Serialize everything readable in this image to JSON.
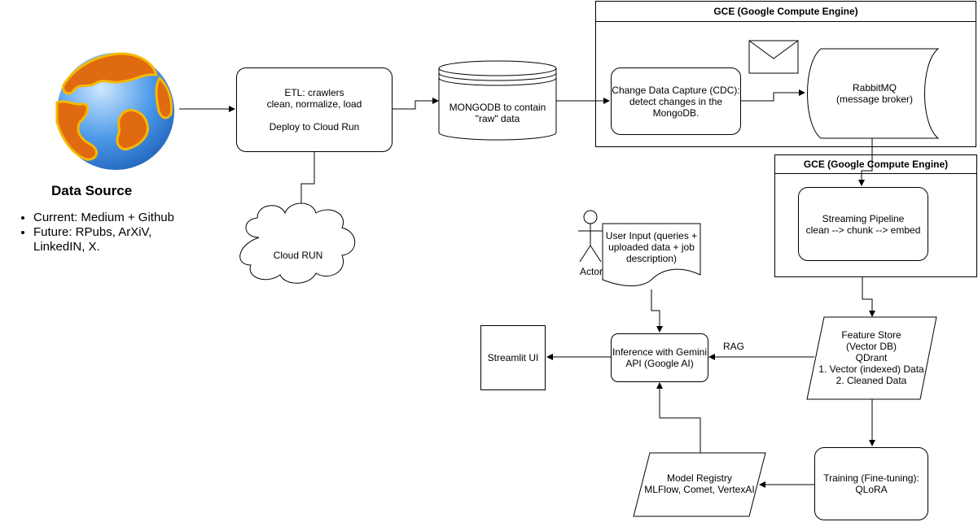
{
  "data_source": {
    "title": "Data Source",
    "bullets": [
      "Current: Medium + Github",
      "Future: RPubs, ArXiV, LinkedIN, X."
    ]
  },
  "etl": {
    "lines": [
      "ETL: crawlers",
      "clean, normalize, load",
      "",
      "Deploy to Cloud Run"
    ]
  },
  "cloud_run": {
    "label": "Cloud RUN"
  },
  "mongodb": {
    "lines": [
      "MONGODB to contain",
      "\"raw\" data"
    ]
  },
  "gce_top": {
    "title": "GCE (Google Compute Engine)"
  },
  "cdc": {
    "lines": [
      "Change Data Capture (CDC):",
      "detect changes in the",
      "MongoDB."
    ]
  },
  "rabbitmq": {
    "lines": [
      "RabbitMQ",
      "(message broker)"
    ]
  },
  "gce_bottom": {
    "title": "GCE (Google Compute Engine)"
  },
  "streaming": {
    "lines": [
      "Streaming Pipeline",
      "clean --> chunk --> embed"
    ]
  },
  "feature_store": {
    "lines": [
      "Feature Store",
      "(Vector DB)",
      "QDrant",
      "1. Vector (indexed) Data",
      "2. Cleaned Data"
    ]
  },
  "user_input": {
    "lines": [
      "User Input (queries +",
      "uploaded data + job",
      "description)"
    ]
  },
  "actor": {
    "label": "Actor"
  },
  "inference": {
    "lines": [
      "Inference with Gemini",
      "API (Google AI)"
    ]
  },
  "rag_label": "RAG",
  "streamlit": {
    "label": "Streamlit UI"
  },
  "training": {
    "lines": [
      "Training (Fine-tuning):",
      "QLoRA"
    ]
  },
  "model_registry": {
    "lines": [
      "Model Registry",
      "MLFlow, Comet, VertexAI"
    ]
  }
}
